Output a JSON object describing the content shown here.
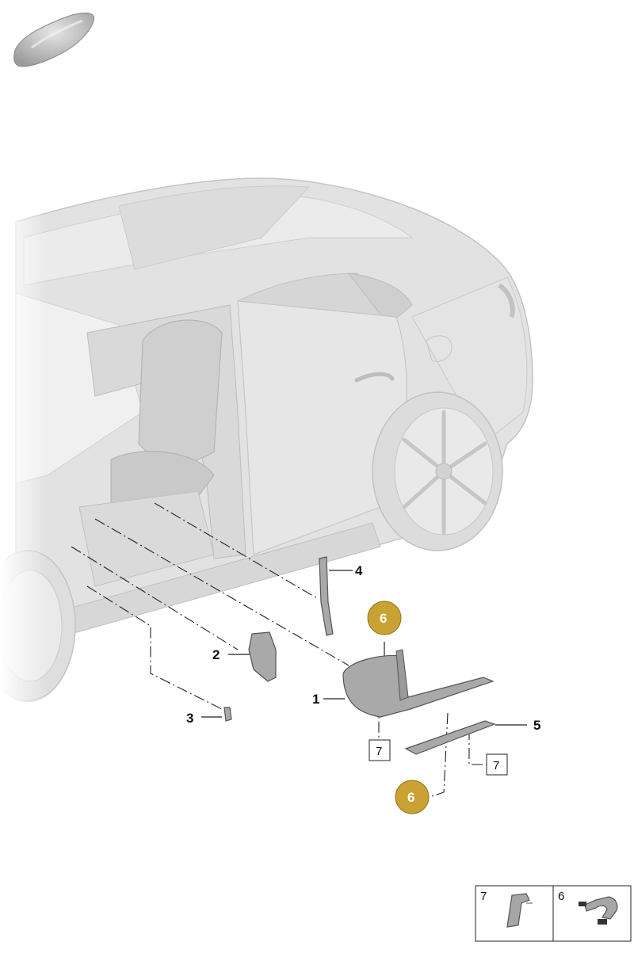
{
  "colors": {
    "badge_fill": "#c9a233",
    "car_fill": "#e2e2e2",
    "car_stroke": "#c4c4c4",
    "part_fill": "#a9a9a9",
    "part_stroke": "#555555"
  },
  "icons": {
    "vehicle_thumbnail": "car-silhouette-icon"
  },
  "callouts": {
    "c1": "1",
    "c2": "2",
    "c3": "3",
    "c4": "4",
    "c5": "5",
    "box7_a": "7",
    "box7_b": "7",
    "badge6_a": "6",
    "badge6_b": "6"
  },
  "legend": {
    "cell7": "7",
    "cell6": "6"
  }
}
